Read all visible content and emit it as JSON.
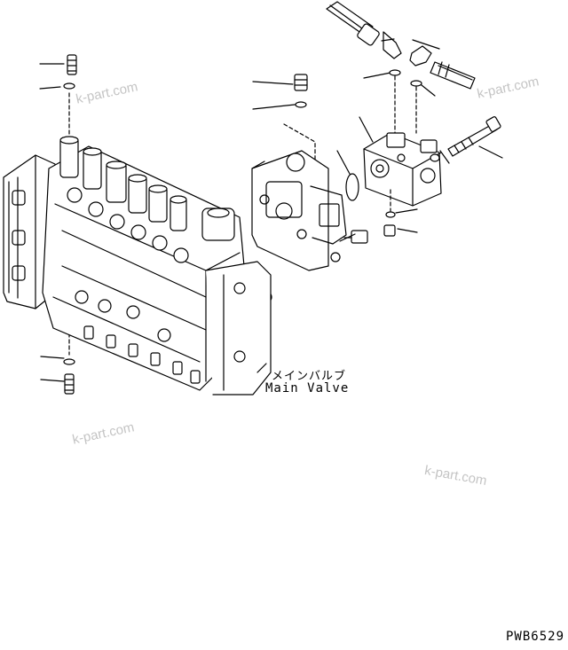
{
  "labels": {
    "main_valve_jp": "メインバルブ",
    "main_valve_en": "Main Valve"
  },
  "drawing_code": "PWB6529",
  "watermarks": [
    "k-part.com",
    "k-part.com",
    "k-part.com",
    "k-part.com"
  ],
  "colors": {
    "line": "#000000",
    "watermark": "#c4c4c4",
    "background": "#ffffff"
  }
}
